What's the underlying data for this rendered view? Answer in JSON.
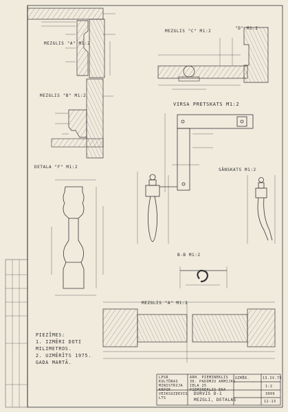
{
  "details": {
    "meg_top": "MEZGLIS \"A\" M1:2",
    "meg_top_right": "MEZGLIS \"C\" M1:2",
    "meg_top_right2": "\"D\" M1:2",
    "meg_b": "MEZGLIS \"B\" M1:2",
    "virsa": "VIRSA PRETSKATS M1:2",
    "detala": "DETALA \"F\" M1:2",
    "sanskats": "SĀNSKATS M1:2",
    "b_b": "B-B M1:2",
    "meg_lower": "MEZGLIS \"A\" M1:2"
  },
  "note": {
    "lines": [
      "PIEZĪMES:",
      "1. IZMĒRI DOTI",
      "MILIMETROS.",
      "2. UZMĒRĪTS 1975.",
      "GADA MARTĀ."
    ]
  },
  "title_block": {
    "org": [
      "LPSR",
      "KULTŪRAS",
      "MINISTRIJA",
      "KRPIK"
    ],
    "project": [
      "ARH. PIEMINEKLIS",
      "30. PADOMJU ARMIJAS",
      "IELA 25",
      "PIEMINEKLIS EKA"
    ],
    "sheet_title_1": "DURVIS D-1",
    "sheet_title_2": "MEZGLI, DETALAS",
    "stage_label": "UZMĒR.",
    "stage_value": "13.IV.75",
    "scale": "1:2",
    "number": "3009",
    "sheet": "12-13",
    "role": "VEIKSUZDEVIS",
    "role2": "LTS"
  }
}
